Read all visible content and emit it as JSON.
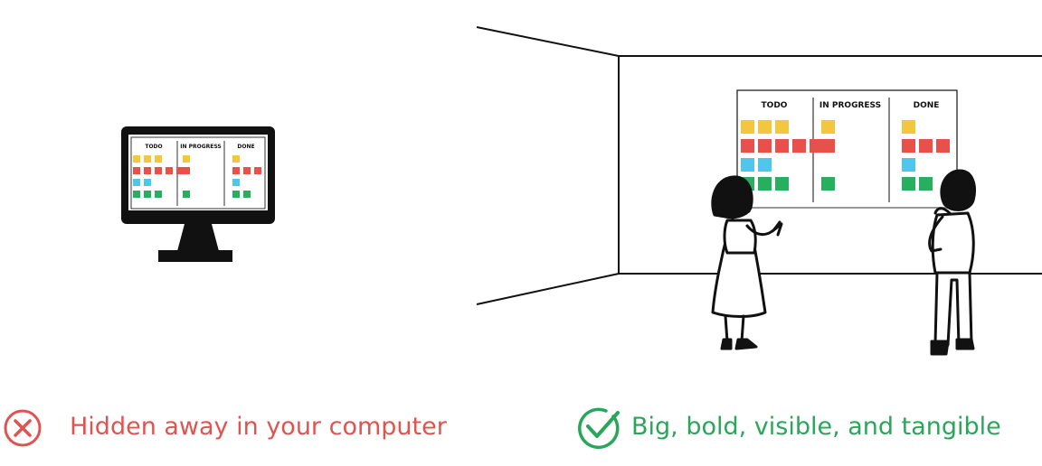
{
  "colors": {
    "yellow": "#f2c63d",
    "red": "#e8504a",
    "blue": "#4fc7ea",
    "green": "#27ae5f",
    "negative": "#e0544f",
    "positive": "#2aa65a"
  },
  "board": {
    "columns": [
      "TODO",
      "IN PROGRESS",
      "DONE"
    ]
  },
  "computer_board": {
    "columns": [
      "TODO",
      "IN PROGRESS",
      "DONE"
    ]
  },
  "captions": {
    "negative": "Hidden away in your computer",
    "positive": "Big, bold, visible, and tangible"
  },
  "icons": {
    "negative": "x-circle-icon",
    "positive": "check-circle-icon"
  }
}
